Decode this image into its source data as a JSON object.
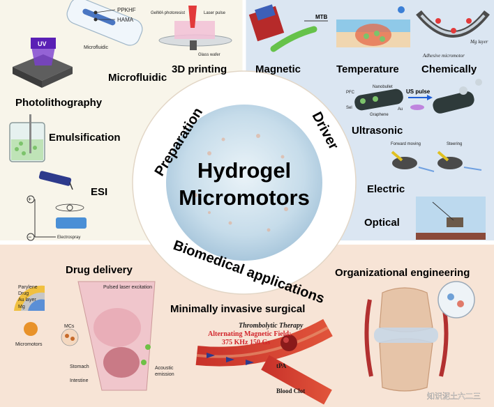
{
  "center": {
    "line1": "Hydrogel",
    "line2": "Micromotors"
  },
  "ring": {
    "preparation": "Preparation",
    "driver": "Driver",
    "biomedical": "Biomedical applications"
  },
  "preparation": {
    "microfluidic": "Microfluidic",
    "printing": "3D printing",
    "photolithography": "Photolithography",
    "emulsification": "Emulsification",
    "esi": "ESI",
    "small": {
      "ppkhf": "PPKHF",
      "hama": "HAMA",
      "microfluidic": "Microfluidic",
      "gelma": "GelMA photoresist",
      "laser": "Laser pulse",
      "glass": "Glass wafer",
      "uv": "UV",
      "electrospray": "Electrospray",
      "plus": "+",
      "minus": "−"
    }
  },
  "driver": {
    "magnetic": "Magnetic",
    "temperature": "Temperature",
    "chemically": "Chemically",
    "ultrasonic": "Ultrasonic",
    "electric": "Electric",
    "optical": "Optical",
    "small": {
      "mtb": "MTB",
      "adhesive": "Adhesive micromotor",
      "mg": "Mg layer",
      "nanobullet": "Nanobullet",
      "pfc": "PFC",
      "sel": "Sel",
      "au": "Au",
      "graphene": "Graphene",
      "us": "US pulse",
      "forward": "Forward moving",
      "steering": "Steering"
    }
  },
  "biomedical": {
    "drug": "Drug delivery",
    "surgical": "Minimally invasive surgical",
    "organizational": "Organizational engineering",
    "small": {
      "parylene": "Parylene",
      "drug": "Drug",
      "aulayer": "Au layer",
      "mg": "Mg",
      "micromotors": "Micromotors",
      "mcs": "MCs",
      "stomach": "Stomach",
      "intestine": "Intestine",
      "pulsed": "Pulsed laser excitation",
      "acoustic1": "Acoustic",
      "acoustic2": "emission",
      "thrombolytic": "Thrombolytic Therapy",
      "alt1": "Alternating Magnetic Field:",
      "alt2": "375 KHz 150 Gs",
      "tpa": "tPA",
      "clot": "Blood Clot"
    }
  },
  "watermark": "知识泥土六二三"
}
